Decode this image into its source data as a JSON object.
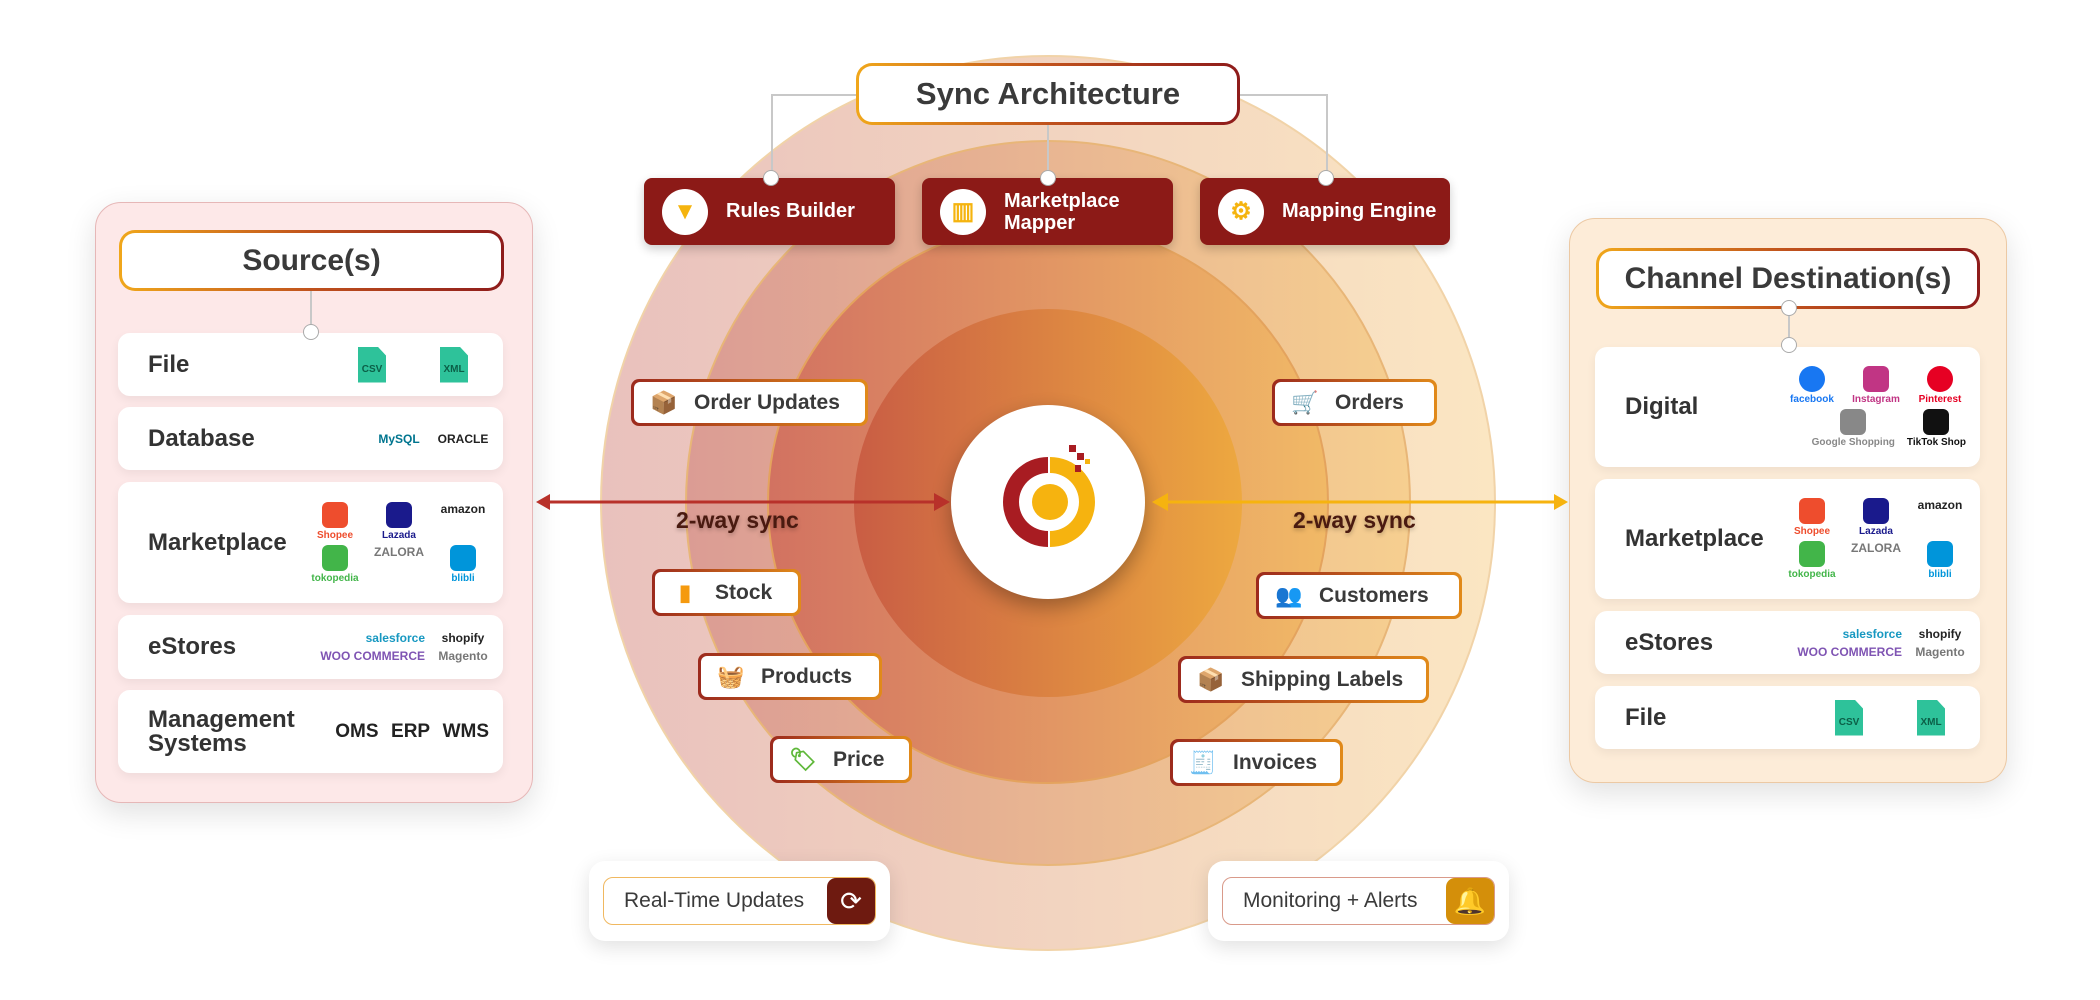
{
  "title": "Sync Architecture",
  "features": [
    {
      "label": "Rules Builder",
      "icon": "funnel-icon"
    },
    {
      "label": "Marketplace Mapper",
      "icon": "map-icon"
    },
    {
      "label": "Mapping Engine",
      "icon": "webhook-icon"
    }
  ],
  "sources": {
    "title": "Source(s)",
    "rows": [
      {
        "label": "File",
        "logos": [
          "CSV",
          "XML"
        ]
      },
      {
        "label": "Database",
        "logos": [
          "MySQL",
          "ORACLE"
        ]
      },
      {
        "label": "Marketplace",
        "logos": [
          "Shopee",
          "Lazada",
          "amazon",
          "tokopedia",
          "ZALORA",
          "blibli"
        ]
      },
      {
        "label": "eStores",
        "logos": [
          "salesforce",
          "shopify",
          "WOO COMMERCE",
          "Magento"
        ]
      },
      {
        "label": "Management Systems",
        "logos": [
          "OMS",
          "ERP",
          "WMS"
        ]
      }
    ]
  },
  "destinations": {
    "title": "Channel Destination(s)",
    "rows": [
      {
        "label": "Digital",
        "logos": [
          "facebook",
          "Instagram",
          "Pinterest",
          "Google Shopping",
          "TikTok Shop"
        ]
      },
      {
        "label": "Marketplace",
        "logos": [
          "Shopee",
          "Lazada",
          "amazon",
          "tokopedia",
          "ZALORA",
          "blibli"
        ]
      },
      {
        "label": "eStores",
        "logos": [
          "salesforce",
          "shopify",
          "WOO COMMERCE",
          "Magento"
        ]
      },
      {
        "label": "File",
        "logos": [
          "CSV",
          "XML"
        ]
      }
    ]
  },
  "left_items": [
    "Order Updates",
    "Stock",
    "Products",
    "Price"
  ],
  "right_items": [
    "Orders",
    "Customers",
    "Shipping Labels",
    "Invoices"
  ],
  "sync_label": "2-way sync",
  "bottom": {
    "realtime": "Real-Time Updates",
    "monitoring": "Monitoring + Alerts"
  },
  "colors": {
    "dark_red": "#8c1a17",
    "orange": "#f0a71b",
    "left_arrow": "#b8312a",
    "right_arrow": "#f6b30f"
  }
}
